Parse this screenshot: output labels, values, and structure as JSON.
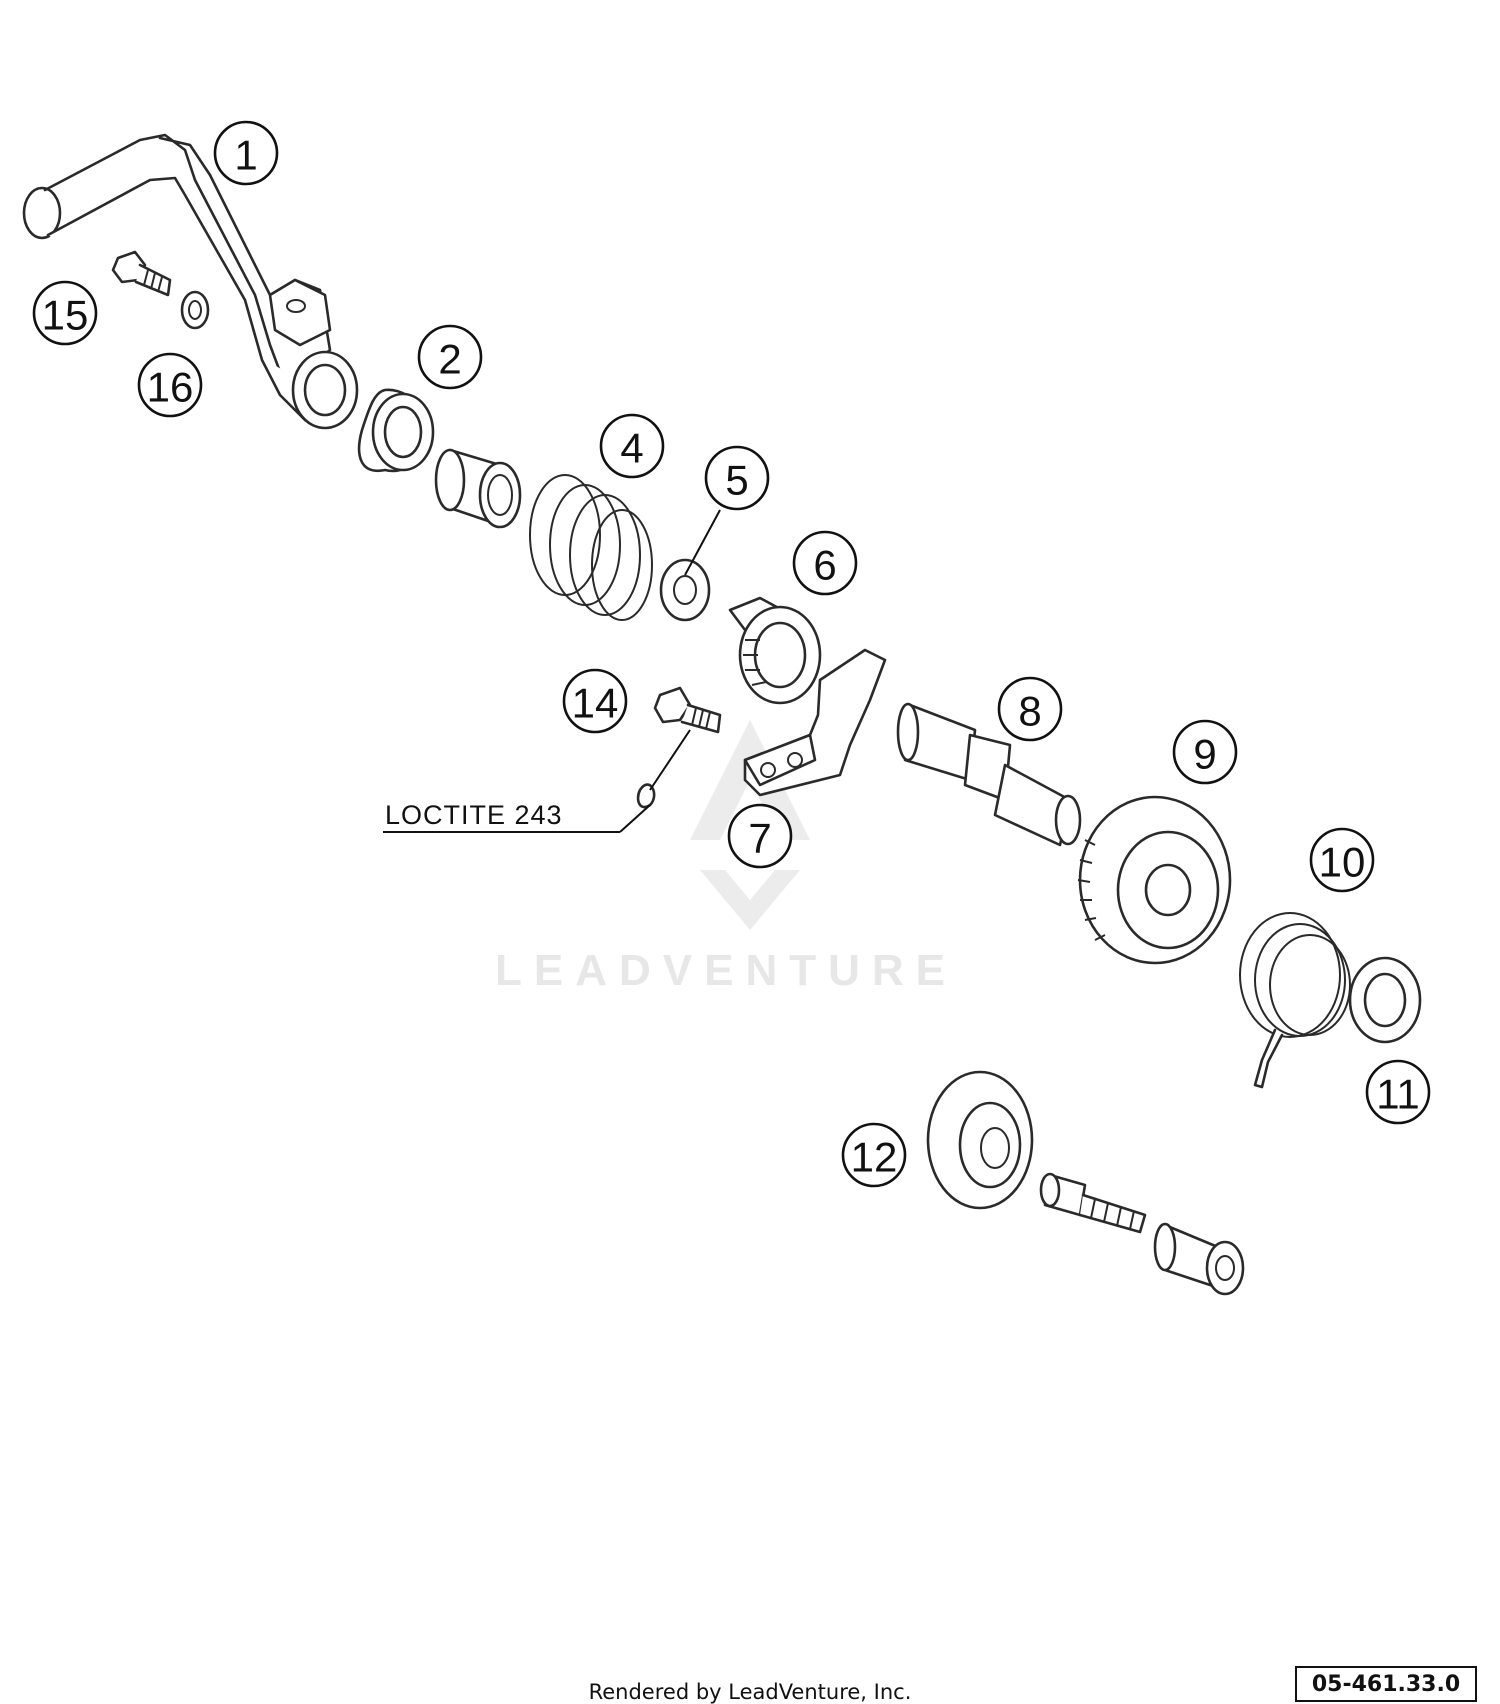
{
  "callouts": [
    "1",
    "2",
    "4",
    "5",
    "6",
    "7",
    "8",
    "9",
    "10",
    "11",
    "12",
    "14",
    "15",
    "16"
  ],
  "note": "LOCTITE 243",
  "watermark": "LEADVENTURE",
  "footer": {
    "credit": "Rendered by LeadVenture, Inc.",
    "diagram_code": "05-461.33.0"
  }
}
